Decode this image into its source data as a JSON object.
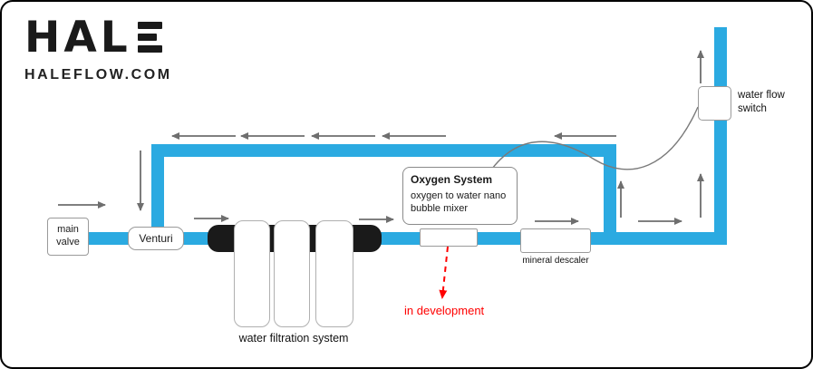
{
  "brand": {
    "name": "HALE",
    "logo_prefix": "HAL",
    "tagline": "HALEFLOW.COM"
  },
  "components": {
    "main_valve": {
      "label": "main valve"
    },
    "venturi": {
      "label": "Venturi"
    },
    "filtration": {
      "label": "water filtration system"
    },
    "oxygen": {
      "title": "Oxygen System",
      "description": "oxygen to water nano bubble mixer",
      "status": "in development"
    },
    "descaler": {
      "label": "mineral descaler"
    },
    "flow_switch": {
      "label": "water flow switch"
    }
  },
  "colors": {
    "pipe": "#2BAAE1",
    "arrow": "#6E6E6E",
    "status_alert": "#FF0000",
    "component_black": "#1A1A1A"
  }
}
